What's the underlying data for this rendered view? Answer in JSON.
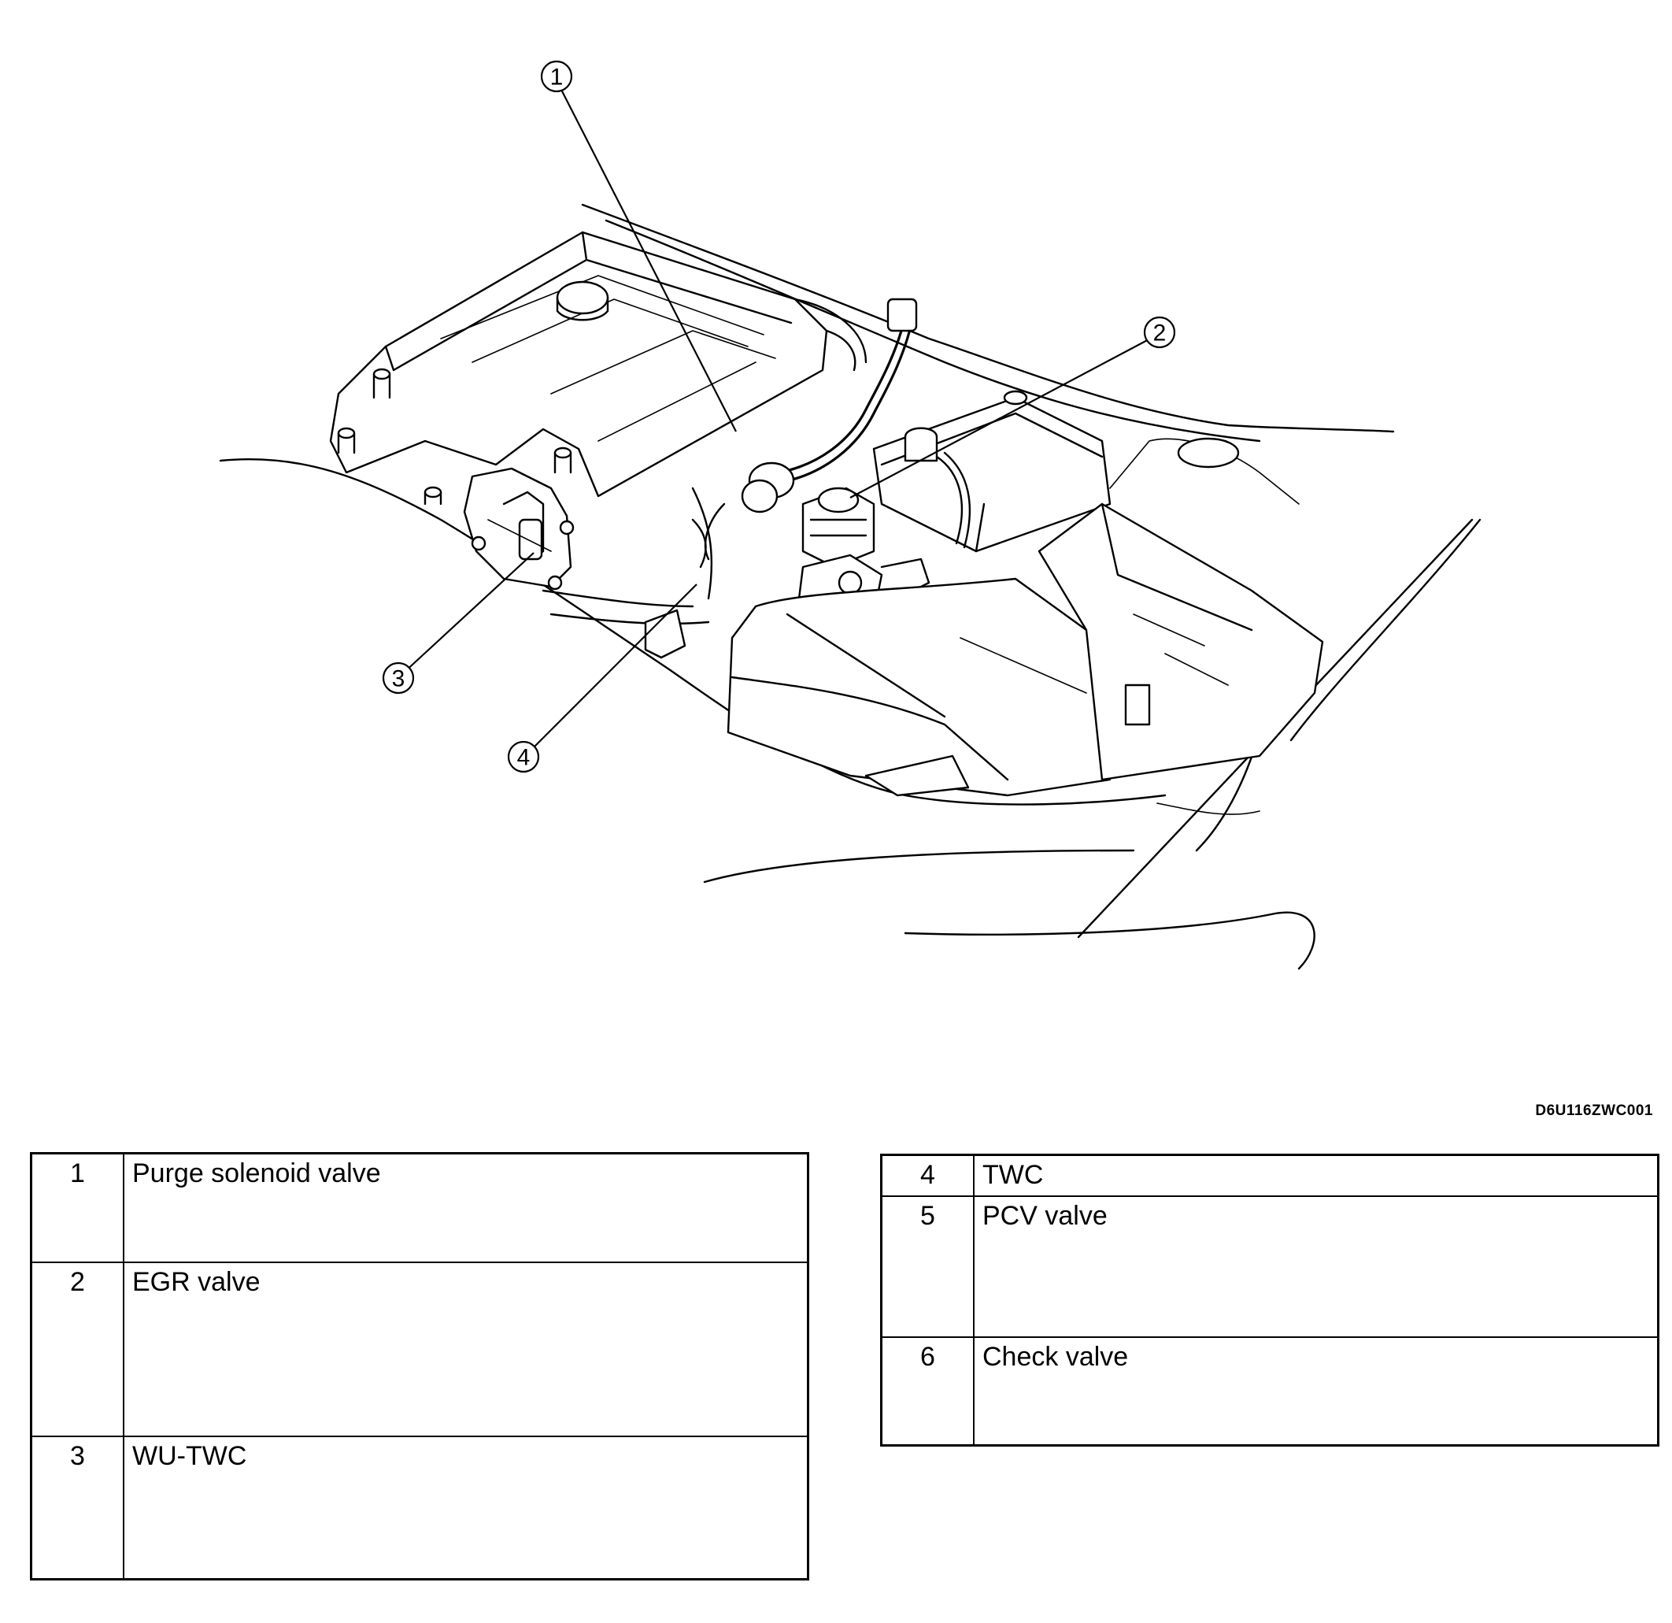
{
  "diagram": {
    "code": "D6U116ZWC001",
    "callouts": [
      {
        "number": "1",
        "refers_to": "Purge solenoid valve"
      },
      {
        "number": "2",
        "refers_to": "EGR valve"
      },
      {
        "number": "3",
        "refers_to": "WU-TWC"
      },
      {
        "number": "4",
        "refers_to": "TWC"
      }
    ]
  },
  "legend": {
    "left": [
      {
        "number": "1",
        "name": "Purge solenoid valve"
      },
      {
        "number": "2",
        "name": "EGR valve"
      },
      {
        "number": "3",
        "name": "WU-TWC"
      }
    ],
    "right": [
      {
        "number": "4",
        "name": "TWC"
      },
      {
        "number": "5",
        "name": "PCV valve"
      },
      {
        "number": "6",
        "name": "Check valve"
      }
    ]
  }
}
